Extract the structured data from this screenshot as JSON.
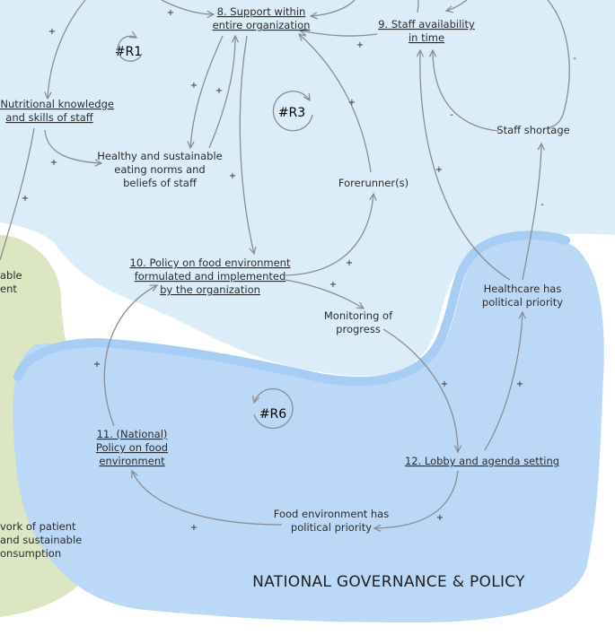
{
  "colors": {
    "organization_region": "#dcedfa",
    "national_region": "#bcd8f7",
    "national_region_edge": "#a7cdf5",
    "individual_region": "#dde6c2",
    "arrow": "#8a8d91",
    "text": "#2b2b2b"
  },
  "nodes": {
    "support": [
      "8. Support within",
      "entire organization"
    ],
    "staff_availability": [
      "9. Staff availability",
      "in time"
    ],
    "nutritional": [
      ". Nutritional knowledge",
      "and skills of staff"
    ],
    "eating_norms": [
      "Healthy and sustainable",
      "eating norms and",
      "beliefs of staff"
    ],
    "forerunners": [
      "Forerunner(s)"
    ],
    "staff_shortage": [
      "Staff shortage"
    ],
    "policy_food_env": [
      "10. Policy on food environment",
      "formulated and implemented",
      "by the organization"
    ],
    "monitoring": [
      "Monitoring of",
      "progress"
    ],
    "healthcare_priority": [
      "Healthcare has",
      "political priority"
    ],
    "national_policy": [
      "11. (National)",
      "Policy on food",
      "environment"
    ],
    "lobby": [
      "12. Lobby and agenda setting"
    ],
    "food_env_priority": [
      "Food environment has",
      "political priority"
    ],
    "left_partial_top": [
      "able",
      "ent"
    ],
    "left_partial_bottom": [
      "vork of patient",
      "and sustainable",
      "onsumption"
    ]
  },
  "loops": {
    "r1": "#R1",
    "r3": "#R3",
    "r6": "#R6"
  },
  "link_signs": {
    "s1": "+",
    "s2": "+",
    "s3": "+",
    "s4": "+",
    "s5": "+",
    "s6": "+",
    "s7": "+",
    "s8": "+",
    "s9": "+",
    "s10": "-",
    "s11": "-",
    "s12": "+",
    "s13": "-",
    "s14": "+",
    "s15": "+",
    "s16": "+",
    "s17": "+",
    "s18": "+",
    "s19": "+",
    "s20": "+"
  },
  "region_title": "NATIONAL GOVERNANCE & POLICY"
}
